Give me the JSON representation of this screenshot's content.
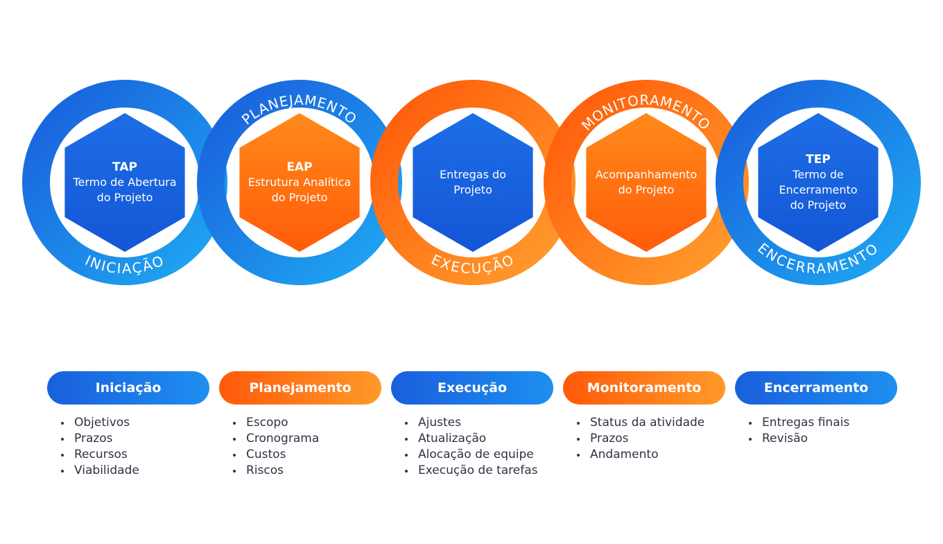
{
  "colors": {
    "blue_dark": "#1a5fdc",
    "blue_light": "#1e9ff0",
    "orange_dark": "#ff5a0a",
    "orange_light": "#ff9a2a",
    "text": "#2b3344"
  },
  "cycle": [
    {
      "ring_label": "INICIAÇÃO",
      "abbr": "TAP",
      "lines": [
        "Termo de Abertura",
        "do Projeto"
      ],
      "ring_color": "blue",
      "hex_color": "blue"
    },
    {
      "ring_label": "PLANEJAMENTO",
      "abbr": "EAP",
      "lines": [
        "Estrutura Analítica",
        "do Projeto"
      ],
      "ring_color": "blue",
      "hex_color": "orange"
    },
    {
      "ring_label": "EXECUÇÃO",
      "abbr": "",
      "lines": [
        "Entregas do",
        "Projeto"
      ],
      "ring_color": "orange",
      "hex_color": "blue"
    },
    {
      "ring_label": "MONITORAMENTO",
      "abbr": "",
      "lines": [
        "Acompanhamento",
        "do Projeto"
      ],
      "ring_color": "orange",
      "hex_color": "orange"
    },
    {
      "ring_label": "ENCERRAMENTO",
      "abbr": "TEP",
      "lines": [
        "Termo de",
        "Encerramento",
        "do Projeto"
      ],
      "ring_color": "blue",
      "hex_color": "blue"
    }
  ],
  "phases": [
    {
      "title": "Iniciação",
      "color": "blue",
      "items": [
        "Objetivos",
        "Prazos",
        "Recursos",
        "Viabilidade"
      ]
    },
    {
      "title": "Planejamento",
      "color": "orange",
      "items": [
        "Escopo",
        "Cronograma",
        "Custos",
        "Riscos"
      ]
    },
    {
      "title": "Execução",
      "color": "blue",
      "items": [
        "Ajustes",
        "Atualização",
        "Alocação de equipe",
        "Execução de tarefas"
      ]
    },
    {
      "title": "Monitoramento",
      "color": "orange",
      "items": [
        "Status da atividade",
        "Prazos",
        "Andamento"
      ]
    },
    {
      "title": "Encerramento",
      "color": "blue",
      "items": [
        "Entregas finais",
        "Revisão"
      ]
    }
  ]
}
